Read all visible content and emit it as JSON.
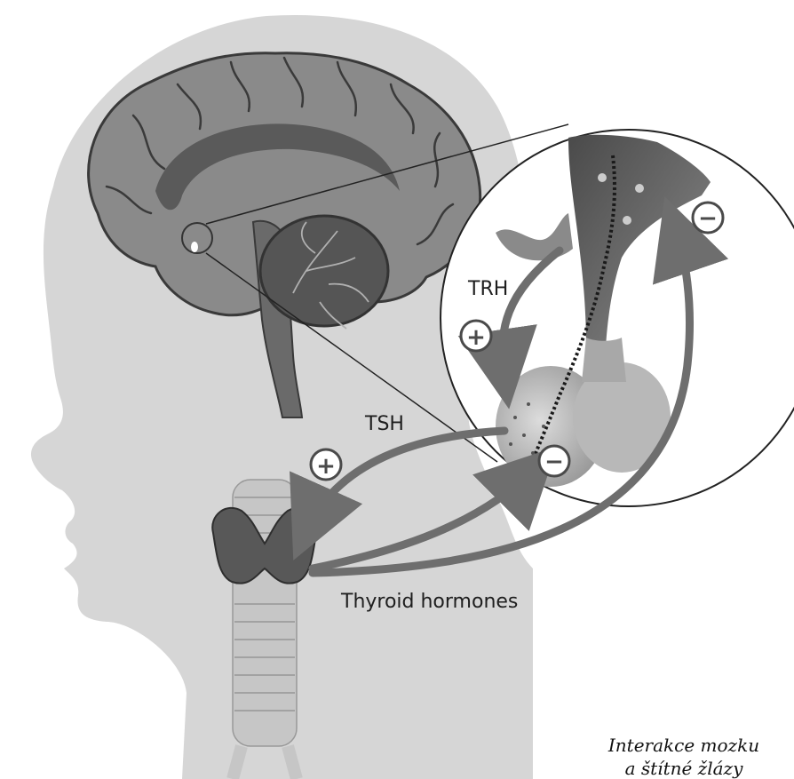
{
  "labels": {
    "trh": "TRH",
    "tsh": "TSH",
    "thyroid_hormones": "Thyroid hormones"
  },
  "signs": {
    "plus": "+",
    "minus": "−"
  },
  "caption": {
    "line1": "Interakce mozku",
    "line2": "a štítné žlázy"
  },
  "colors": {
    "head": "#d6d6d6",
    "brain": "#8a8a8a",
    "brain_dark": "#5a5a5a",
    "arrow": "#6e6e6e",
    "circle_fill": "#ffffff"
  }
}
